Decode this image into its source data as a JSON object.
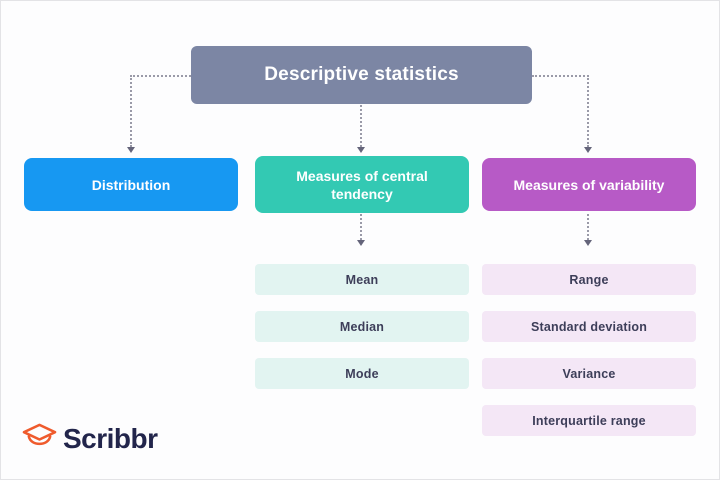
{
  "tree": {
    "root": {
      "label": "Descriptive statistics",
      "color": "#7c86a4"
    },
    "branches": [
      {
        "label": "Distribution",
        "color": "#1798f2",
        "items": []
      },
      {
        "label": "Measures of central tendency",
        "color": "#33c9b3",
        "item_bg": "#e2f4f1",
        "items": [
          "Mean",
          "Median",
          "Mode"
        ]
      },
      {
        "label": "Measures of variability",
        "color": "#b75ac6",
        "item_bg": "#f4e7f6",
        "items": [
          "Range",
          "Standard deviation",
          "Variance",
          "Interquartile range"
        ]
      }
    ],
    "item_text_color": "#3d3e59",
    "connector_color": "#9a9aa8"
  },
  "branding": {
    "logo_text": "Scribbr",
    "logo_icon": "graduation-cap-icon",
    "icon_color": "#ef5b2d",
    "text_color": "#22254b"
  }
}
